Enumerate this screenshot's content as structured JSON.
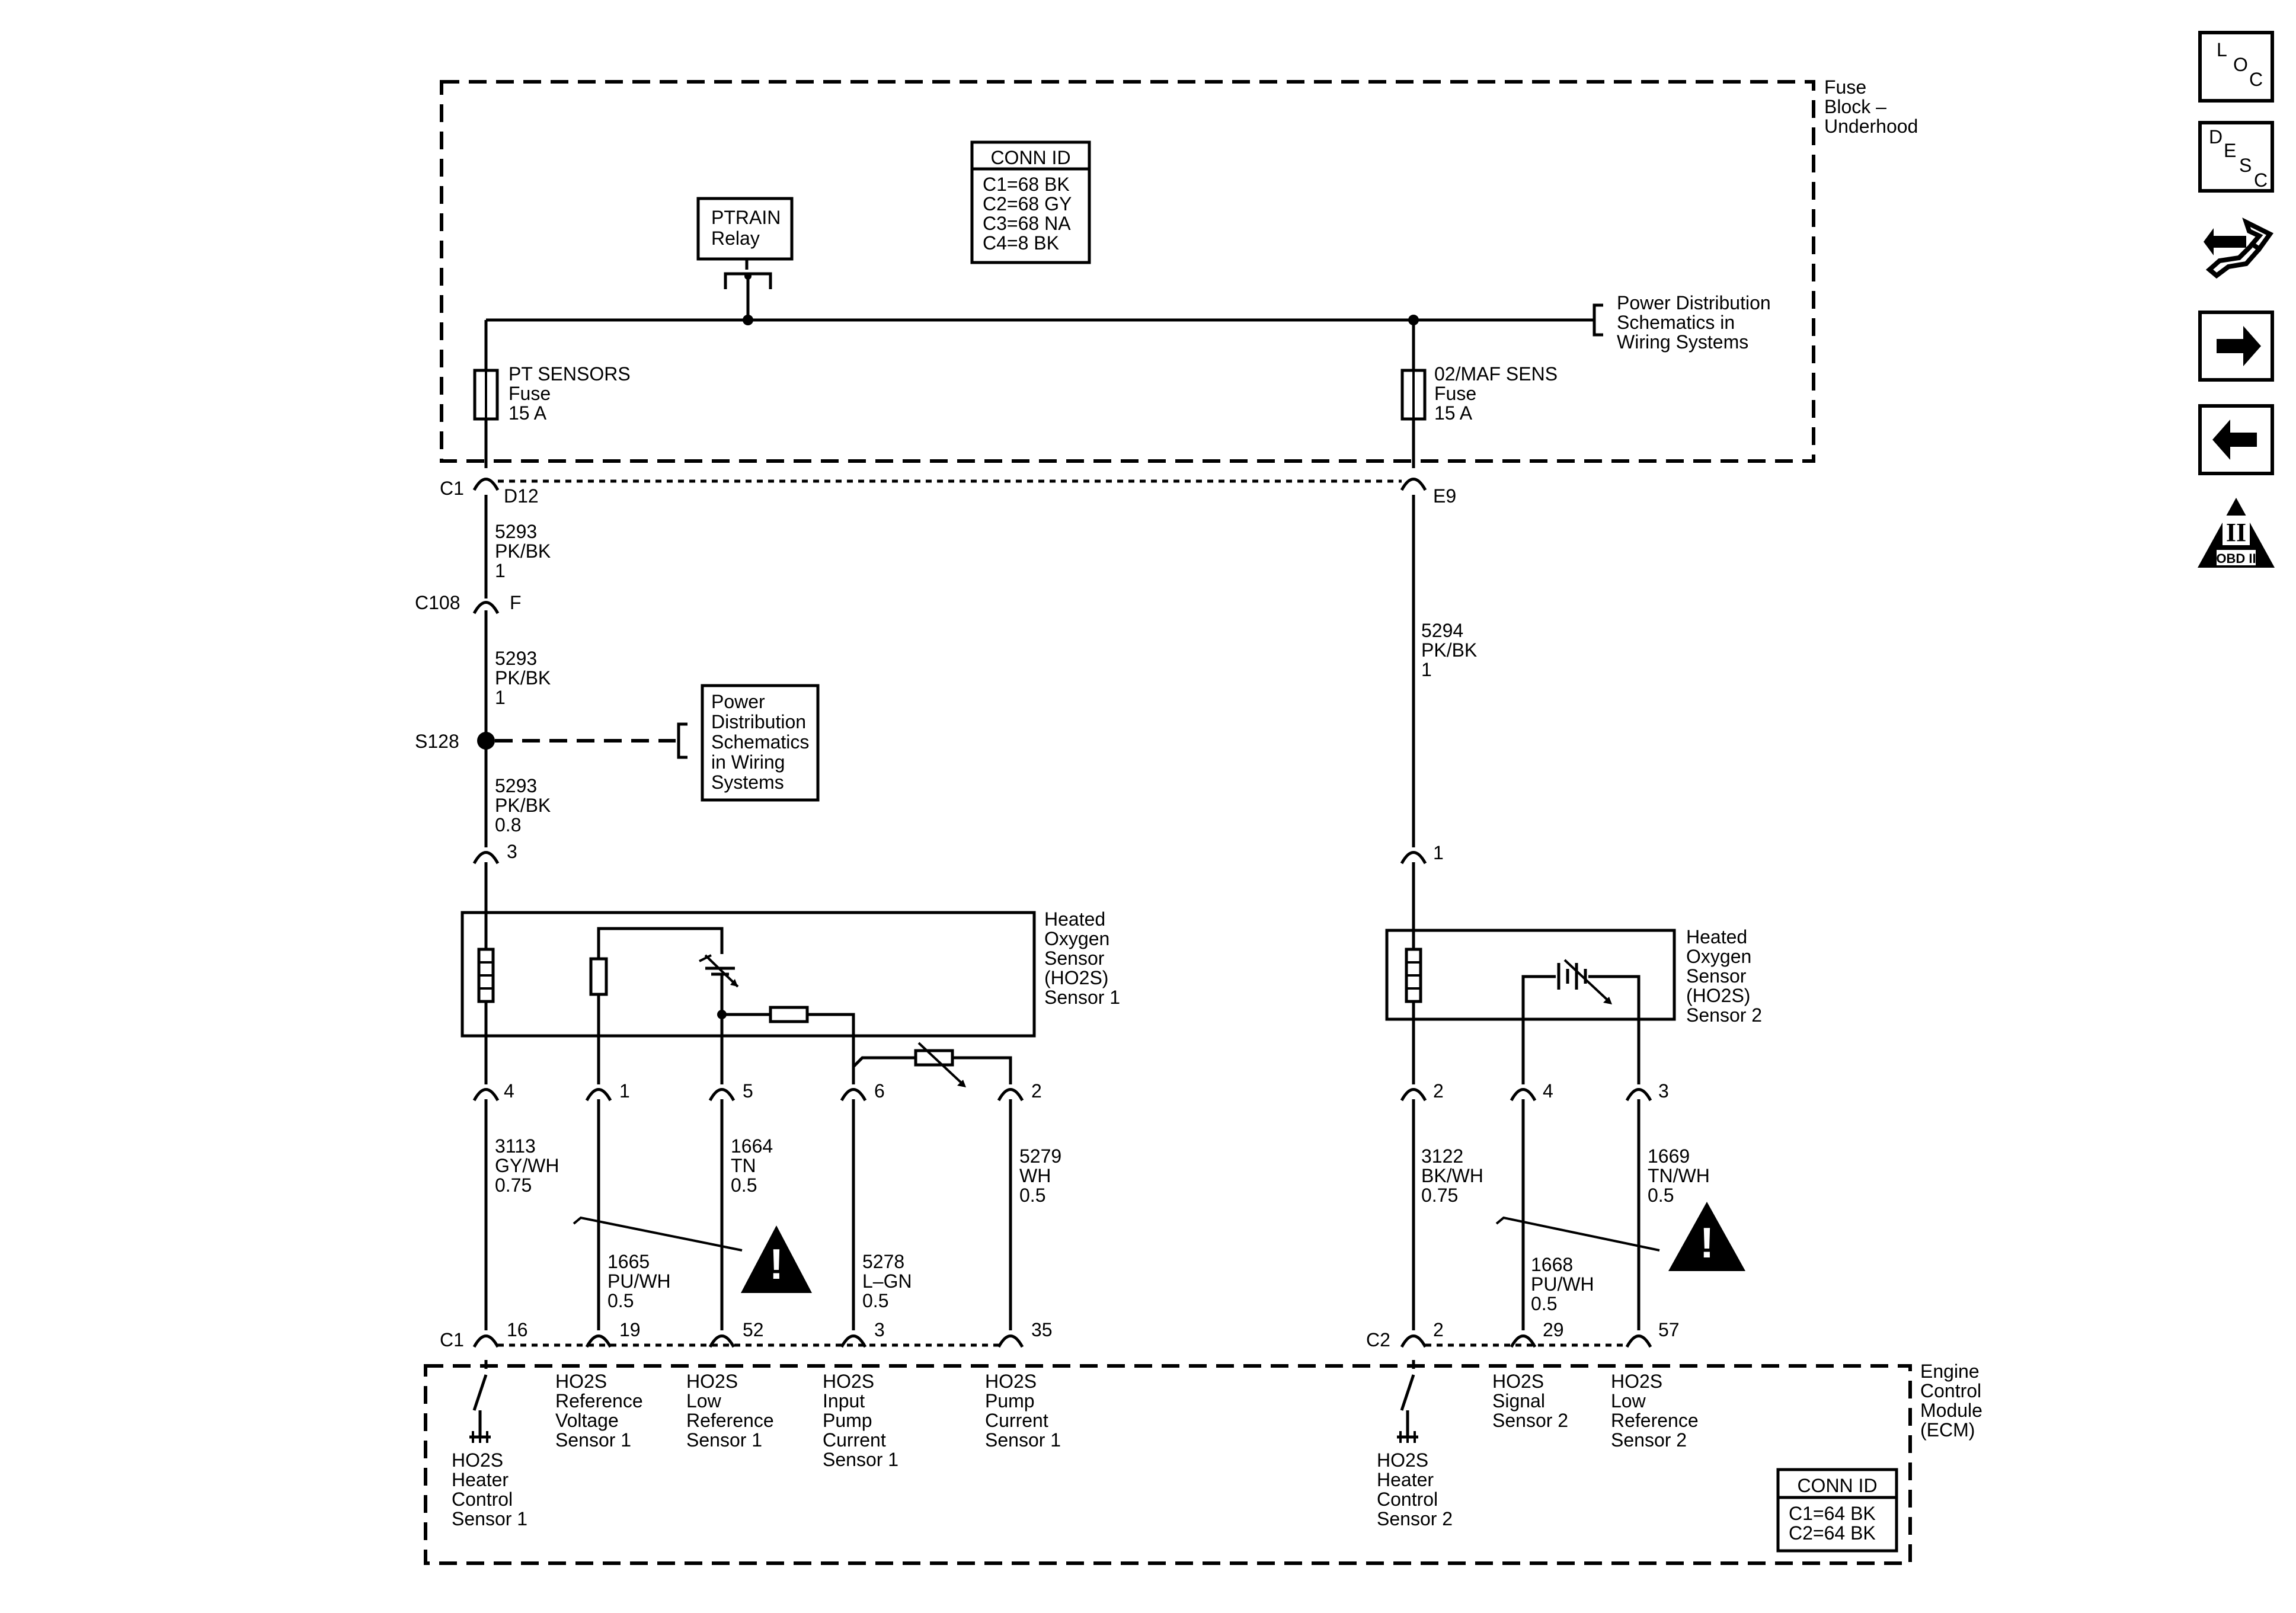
{
  "fuse_block": {
    "title_lines": [
      "Fuse",
      "Block –",
      "Underhood"
    ],
    "conn_id": {
      "header": "CONN ID",
      "rows": [
        "C1=68 BK",
        "C2=68 GY",
        "C3=68 NA",
        "C4=8 BK"
      ]
    },
    "relay_lines": [
      "PTRAIN",
      "Relay"
    ],
    "power_dist_ref": [
      "Power Distribution",
      "Schematics in",
      "Wiring Systems"
    ],
    "fuse_left": [
      "PT SENSORS",
      "Fuse",
      "15 A"
    ],
    "fuse_right": [
      "02/MAF SENS",
      "Fuse",
      "15 A"
    ],
    "connector": "C1",
    "pin_left": "D12",
    "pin_right": "E9"
  },
  "left_circuit": {
    "wire_1": [
      "5293",
      "PK/BK",
      "1"
    ],
    "c108": "C108",
    "c108_pin": "F",
    "wire_2": [
      "5293",
      "PK/BK",
      "1"
    ],
    "splice": "S128",
    "splice_ref": [
      "Power",
      "Distribution",
      "Schematics",
      "in Wiring",
      "Systems"
    ],
    "wire_3": [
      "5293",
      "PK/BK",
      "0.8"
    ],
    "sensor_pin_top": "3",
    "sensor_label": [
      "Heated",
      "Oxygen",
      "Sensor",
      "(HO2S)",
      "Sensor 1"
    ],
    "pins": [
      "4",
      "1",
      "5",
      "6",
      "2"
    ],
    "wires": {
      "a": [
        "3113",
        "GY/WH",
        "0.75"
      ],
      "b": [
        "1665",
        "PU/WH",
        "0.5"
      ],
      "c": [
        "1664",
        "TN",
        "0.5"
      ],
      "d": [
        "5278",
        "L–GN",
        "0.5"
      ],
      "e": [
        "5279",
        "WH",
        "0.5"
      ]
    },
    "ecm_connector": "C1",
    "ecm_pins": [
      "16",
      "19",
      "52",
      "3",
      "35"
    ]
  },
  "right_circuit": {
    "wire_1": [
      "5294",
      "PK/BK",
      "1"
    ],
    "sensor_pin_top": "1",
    "sensor_label": [
      "Heated",
      "Oxygen",
      "Sensor",
      "(HO2S)",
      "Sensor 2"
    ],
    "pins": [
      "2",
      "4",
      "3"
    ],
    "wires": {
      "a": [
        "3122",
        "BK/WH",
        "0.75"
      ],
      "b": [
        "1668",
        "PU/WH",
        "0.5"
      ],
      "c": [
        "1669",
        "TN/WH",
        "0.5"
      ]
    },
    "ecm_connector": "C2",
    "ecm_pins": [
      "2",
      "29",
      "57"
    ]
  },
  "ecm": {
    "title_lines": [
      "Engine",
      "Control",
      "Module",
      "(ECM)"
    ],
    "conn_id": {
      "header": "CONN ID",
      "rows": [
        "C1=64 BK",
        "C2=64 BK"
      ]
    },
    "labels": {
      "heater1": [
        "HO2S",
        "Heater",
        "Control",
        "Sensor 1"
      ],
      "ref_v1": [
        "HO2S",
        "Reference",
        "Voltage",
        "Sensor 1"
      ],
      "low_ref1": [
        "HO2S",
        "Low",
        "Reference",
        "Sensor 1"
      ],
      "input_pump1": [
        "HO2S",
        "Input",
        "Pump",
        "Current",
        "Sensor 1"
      ],
      "pump1": [
        "HO2S",
        "Pump",
        "Current",
        "Sensor 1"
      ],
      "heater2": [
        "HO2S",
        "Heater",
        "Control",
        "Sensor 2"
      ],
      "signal2": [
        "HO2S",
        "Signal",
        "Sensor 2"
      ],
      "low_ref2": [
        "HO2S",
        "Low",
        "Reference",
        "Sensor 2"
      ]
    }
  },
  "nav": {
    "loc": [
      "L",
      "O",
      "C"
    ],
    "desc": [
      "D",
      "E",
      "S",
      "C"
    ],
    "obd": [
      "II",
      "OBD II"
    ]
  }
}
